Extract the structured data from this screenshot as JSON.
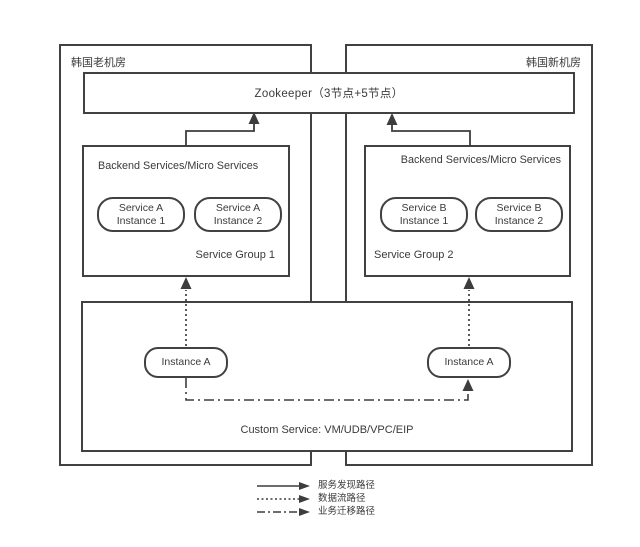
{
  "datacenters": {
    "old_label": "韩国老机房",
    "new_label": "韩国新机房"
  },
  "zookeeper": {
    "label": "Zookeeper（3节点+5节点）"
  },
  "groups": {
    "group1": {
      "title": "Backend Services/Micro Services",
      "name": "Service Group 1",
      "instances": [
        {
          "line1": "Service A",
          "line2": "Instance 1"
        },
        {
          "line1": "Service A",
          "line2": "Instance 2"
        }
      ]
    },
    "group2": {
      "title": "Backend Services/Micro Services",
      "name": "Service Group 2",
      "instances": [
        {
          "line1": "Service B",
          "line2": "Instance 1"
        },
        {
          "line1": "Service B",
          "line2": "Instance 2"
        }
      ]
    }
  },
  "custom_service": {
    "label": "Custom Service: VM/UDB/VPC/EIP",
    "instances": [
      {
        "label": "Instance A"
      },
      {
        "label": "Instance A"
      }
    ]
  },
  "legend": {
    "items": [
      {
        "style": "solid",
        "label": "服务发现路径"
      },
      {
        "style": "dotted",
        "label": "数据流路径"
      },
      {
        "style": "dashdot",
        "label": "业务迁移路径"
      }
    ]
  },
  "colors": {
    "line": "#3d3d3d",
    "text": "#3a3a3a",
    "background": "#ffffff"
  }
}
